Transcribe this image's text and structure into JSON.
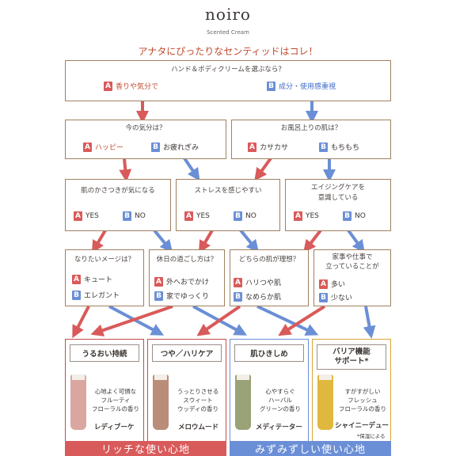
{
  "brand": {
    "name": "noiro",
    "subtitle": "Scented Cream"
  },
  "headline": "アナタにぴったりなセンティッドはコレ！",
  "q1": {
    "question": "ハンド＆ボディクリームを選ぶなら？",
    "a": "香りや気分で",
    "b": "成分・使用感重視"
  },
  "q2a": {
    "question": "今の気分は？",
    "a": "ハッピー",
    "b": "お疲れぎみ"
  },
  "q2b": {
    "question": "お風呂上りの肌は？",
    "a": "カサカサ",
    "b": "もちもち"
  },
  "q3a": {
    "question": "肌のかさつきが気になる",
    "a": "YES",
    "b": "NO"
  },
  "q3b": {
    "question": "ストレスを感じやすい",
    "a": "YES",
    "b": "NO"
  },
  "q3c": {
    "question_line1": "エイジングケアを",
    "question_line2": "意識している",
    "a": "YES",
    "b": "NO"
  },
  "q4a": {
    "question": "なりたいメージは？",
    "a": "キュート",
    "b": "エレガント"
  },
  "q4b": {
    "question": "休日の過ごし方は？",
    "a": "外へおでかけ",
    "b": "家でゆっくり"
  },
  "q4c": {
    "question": "どちらの肌が理想？",
    "a": "ハリつや肌",
    "b": "なめらか肌"
  },
  "q4d": {
    "question_line1": "家事や仕事で",
    "question_line2": "立っていることが",
    "a": "多い",
    "b": "少ない"
  },
  "badges": {
    "a": "A",
    "b": "B"
  },
  "products": [
    {
      "label": "うるおい持続",
      "desc": [
        "心地よく可憐な",
        "フルーティ",
        "フローラルの香り"
      ],
      "name": "レディブーケ",
      "color": "#d9a7a0"
    },
    {
      "label": "つや／ハリケア",
      "desc": [
        "うっとりさせる",
        "スウィート",
        "ウッディの香り"
      ],
      "name": "メロウムード",
      "color": "#b98d78"
    },
    {
      "label": "肌ひきしめ",
      "desc": [
        "心やすらぐ",
        "ハーバル",
        "グリーンの香り"
      ],
      "name": "メディテーター",
      "color": "#9aa277"
    },
    {
      "label_line1": "バリア機能",
      "label_line2": "サポート*",
      "desc": [
        "すがすがしい",
        "フレッシュ",
        "フローラルの香り"
      ],
      "name": "シャイニーデュー",
      "note": "*保湿による",
      "color": "#e0b83e"
    }
  ],
  "bands": {
    "rich": "リッチな使い心地",
    "fresh": "みずみずしい使い心地"
  },
  "colors": {
    "red": "#d95a5a",
    "blue": "#6b8fd6",
    "gold": "#d9a63a",
    "frame": "#a08060"
  }
}
